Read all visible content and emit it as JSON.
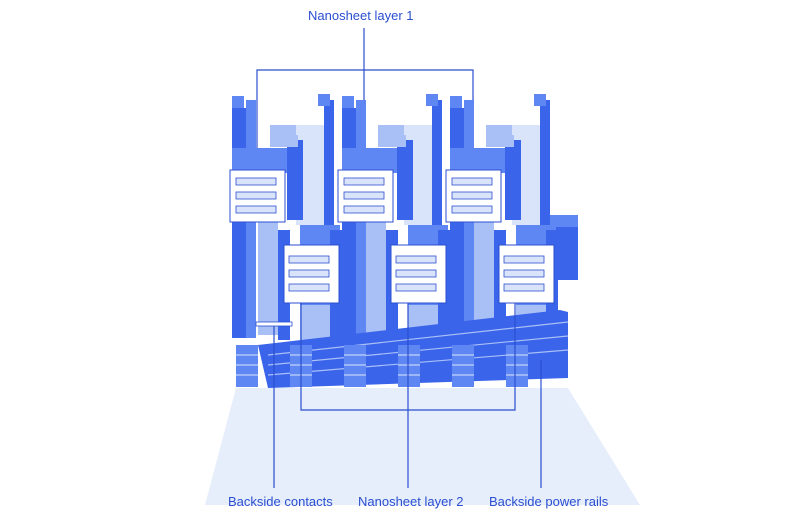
{
  "labels": {
    "nanosheet_layer_1": "Nanosheet layer 1",
    "backside_contacts": "Backside contacts",
    "nanosheet_layer_2": "Nanosheet layer 2",
    "backside_power_rails": "Backside power rails"
  },
  "colors": {
    "blue_dark": "#3a64ea",
    "blue_mid": "#5f87f3",
    "blue_light": "#a9c0f7",
    "blue_pale": "#d9e4fb",
    "shadow": "#e6edfb",
    "line": "#2b4fd0"
  }
}
